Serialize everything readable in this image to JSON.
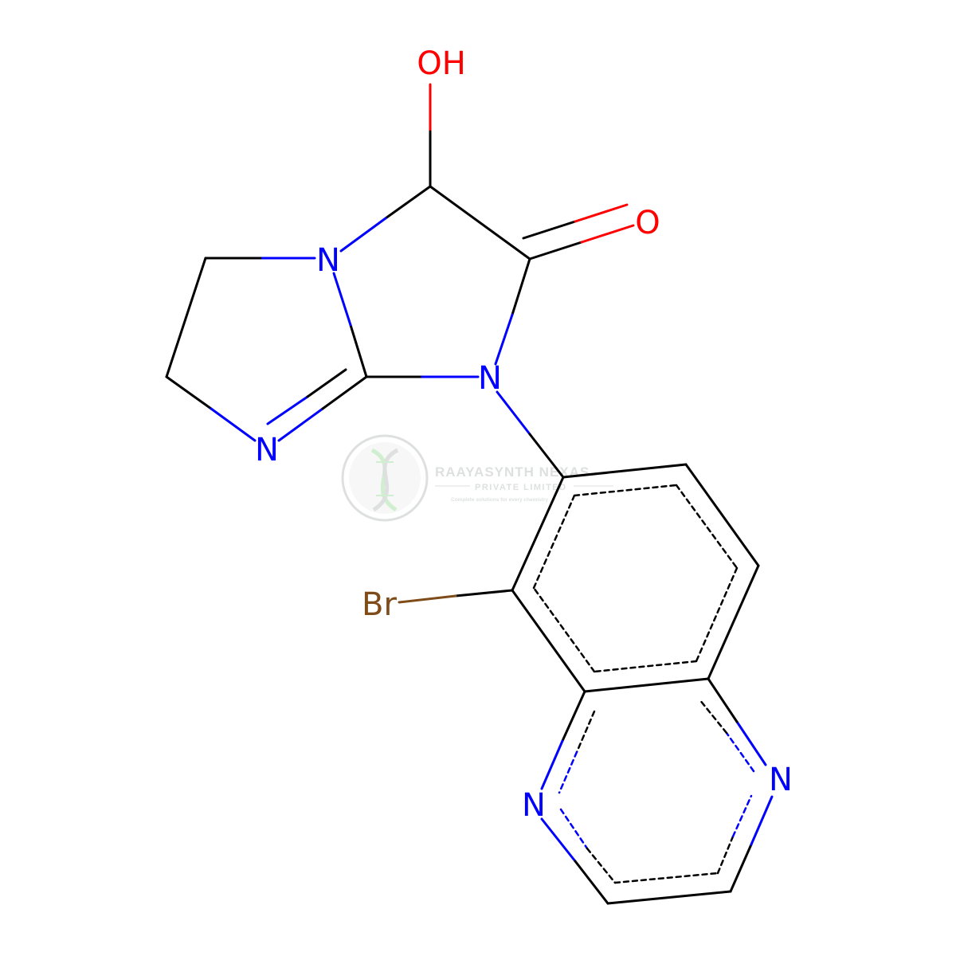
{
  "atoms": {
    "oh": "OH",
    "o_carbonyl": "O",
    "n_bridge": "N",
    "n_amide": "N",
    "n_imine": "N",
    "br": "Br",
    "n_quin_left": "N",
    "n_quin_right": "N"
  },
  "watermark": {
    "title": "RAAYASYNTH NEXAS",
    "subtitle": "PRIVATE LIMITED",
    "tagline": "Complete solutions for every chemistry",
    "icon": "dna-helix-logo-icon"
  },
  "colors": {
    "bond": "#000000",
    "nitrogen": "#0000ff",
    "oxygen": "#ff0000",
    "bromine": "#7f4c19",
    "watermark": "#9fa9a5",
    "watermark_accent": "#7cd37a"
  }
}
